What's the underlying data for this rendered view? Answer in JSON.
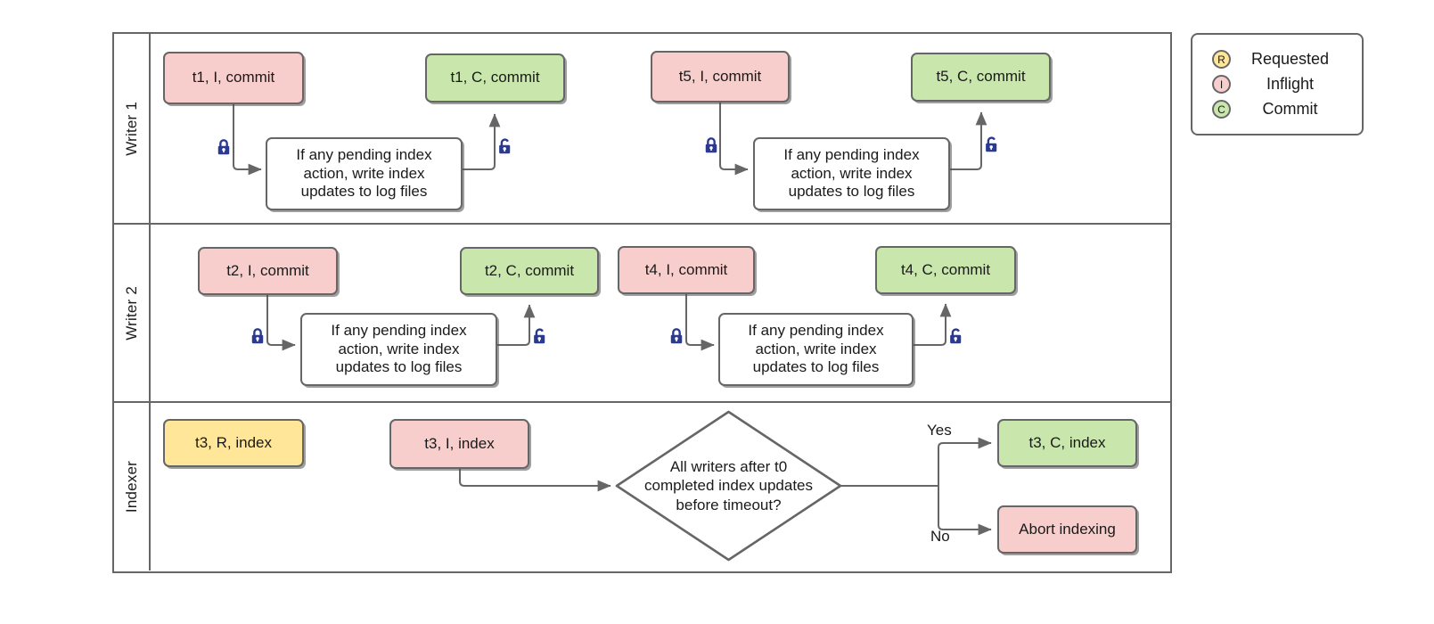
{
  "diagram": {
    "title": "Writer / Indexer commit swimlane flow",
    "colors": {
      "inflight": "#f8cecc",
      "commit": "#c9e6ac",
      "requested": "#ffe699",
      "stroke": "#666666",
      "lock": "#2b3a8f",
      "background": "#ffffff"
    },
    "process_text": "If any pending index action, write index updates to log files"
  },
  "lanes": [
    {
      "label": "Writer 1",
      "nodes": [
        {
          "id": "t1-inflight",
          "text": "t1, I, commit",
          "state": "inflight"
        },
        {
          "id": "t1-process",
          "text": "If any pending index action, write index updates to log files",
          "state": "plain"
        },
        {
          "id": "t1-commit",
          "text": "t1, C, commit",
          "state": "commit"
        },
        {
          "id": "t5-inflight",
          "text": "t5, I, commit",
          "state": "inflight"
        },
        {
          "id": "t5-process",
          "text": "If any pending index action, write index updates to log files",
          "state": "plain"
        },
        {
          "id": "t5-commit",
          "text": "t5, C, commit",
          "state": "commit"
        }
      ],
      "locks": [
        {
          "id": "t1-lock",
          "kind": "locked"
        },
        {
          "id": "t1-unlock",
          "kind": "unlocked"
        },
        {
          "id": "t5-lock",
          "kind": "locked"
        },
        {
          "id": "t5-unlock",
          "kind": "unlocked"
        }
      ]
    },
    {
      "label": "Writer 2",
      "nodes": [
        {
          "id": "t2-inflight",
          "text": "t2, I, commit",
          "state": "inflight"
        },
        {
          "id": "t2-process",
          "text": "If any pending index action, write index updates to log files",
          "state": "plain"
        },
        {
          "id": "t2-commit",
          "text": "t2, C, commit",
          "state": "commit"
        },
        {
          "id": "t4-inflight",
          "text": "t4, I, commit",
          "state": "inflight"
        },
        {
          "id": "t4-process",
          "text": "If any pending index action, write index updates to log files",
          "state": "plain"
        },
        {
          "id": "t4-commit",
          "text": "t4, C, commit",
          "state": "commit"
        }
      ],
      "locks": [
        {
          "id": "t2-lock",
          "kind": "locked"
        },
        {
          "id": "t2-unlock",
          "kind": "unlocked"
        },
        {
          "id": "t4-lock",
          "kind": "locked"
        },
        {
          "id": "t4-unlock",
          "kind": "unlocked"
        }
      ]
    },
    {
      "label": "Indexer",
      "nodes": [
        {
          "id": "t3-requested",
          "text": "t3, R, index",
          "state": "requested"
        },
        {
          "id": "t3-inflight",
          "text": "t3, I, index",
          "state": "inflight"
        },
        {
          "id": "decision",
          "text": "All writers after t0 completed index updates before timeout?",
          "state": "decision"
        },
        {
          "id": "t3-commit",
          "text": "t3, C, index",
          "state": "commit"
        },
        {
          "id": "abort",
          "text": "Abort indexing",
          "state": "inflight"
        }
      ],
      "edge_labels": [
        {
          "id": "yes-label",
          "text": "Yes"
        },
        {
          "id": "no-label",
          "text": "No"
        }
      ]
    }
  ],
  "legend": {
    "items": [
      {
        "letter": "R",
        "label": "Requested",
        "color": "#ffe699"
      },
      {
        "letter": "I",
        "label": "Inflight",
        "color": "#f8cecc"
      },
      {
        "letter": "C",
        "label": "Commit",
        "color": "#c9e6ac"
      }
    ]
  },
  "decision_lines": {
    "line1": "All writers after t0",
    "line2": "completed index updates",
    "line3": "before timeout?"
  },
  "process_lines": {
    "line1": "If any pending index",
    "line2": "action, write index",
    "line3": "updates to log files"
  }
}
